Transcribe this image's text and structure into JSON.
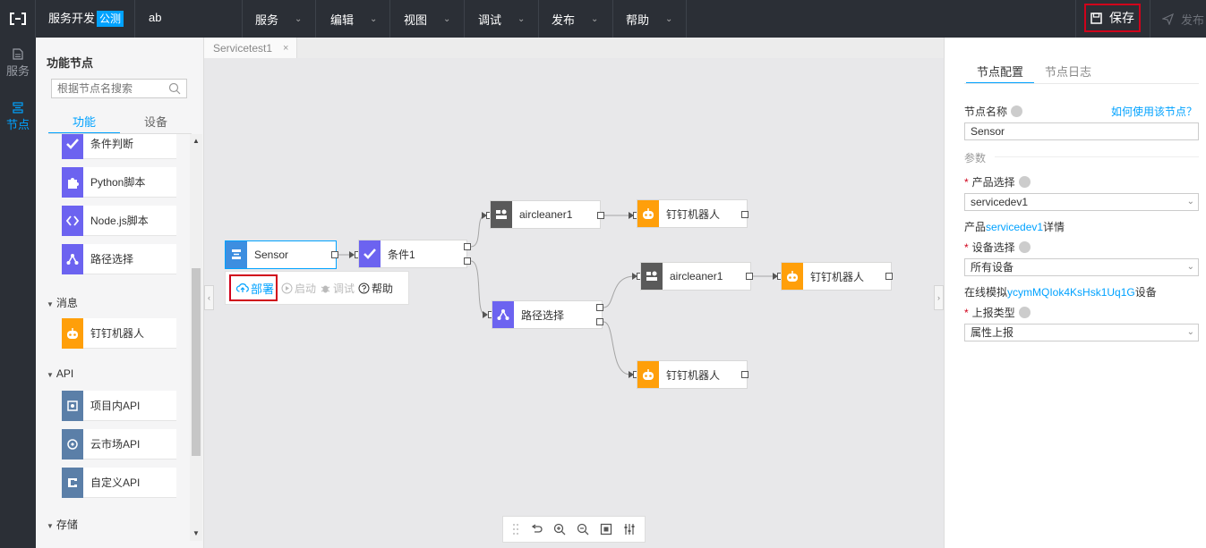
{
  "topbar": {
    "app_title": "服务开发",
    "badge": "公测",
    "project": "ab",
    "menus": [
      "服务",
      "编辑",
      "视图",
      "调试",
      "发布",
      "帮助"
    ],
    "save_label": "保存",
    "publish_label": "发布"
  },
  "rail": {
    "items": [
      {
        "label": "服务",
        "icon": "document-icon"
      },
      {
        "label": "节点",
        "icon": "node-icon"
      }
    ]
  },
  "panel": {
    "title": "功能节点",
    "search_placeholder": "根据节点名搜索",
    "tabs": [
      "功能",
      "设备"
    ],
    "function_nodes": [
      {
        "label": "条件判断",
        "icon": "check-icon"
      },
      {
        "label": "Python脚本",
        "icon": "puzzle-icon"
      },
      {
        "label": "Node.js脚本",
        "icon": "code-icon"
      },
      {
        "label": "路径选择",
        "icon": "route-icon"
      }
    ],
    "categories": [
      {
        "label": "消息",
        "items": [
          {
            "label": "钉钉机器人",
            "icon": "robot-icon"
          }
        ]
      },
      {
        "label": "API",
        "items": [
          {
            "label": "项目内API",
            "icon": "api-icon"
          },
          {
            "label": "云市场API",
            "icon": "market-icon"
          },
          {
            "label": "自定义API",
            "icon": "custom-api-icon"
          }
        ]
      },
      {
        "label": "存储",
        "items": []
      }
    ]
  },
  "canvas": {
    "tab_name": "Servicetest1",
    "tab_close": "×",
    "nodes": {
      "sensor": "Sensor",
      "condition": "条件1",
      "aircleaner_a": "aircleaner1",
      "dingtalk_a": "钉钉机器人",
      "route": "路径选择",
      "aircleaner_b": "aircleaner1",
      "dingtalk_b": "钉钉机器人",
      "dingtalk_c": "钉钉机器人"
    },
    "popup": {
      "deploy": "部署",
      "start": "启动",
      "debug": "调试",
      "help": "帮助"
    }
  },
  "config": {
    "tabs": [
      "节点配置",
      "节点日志"
    ],
    "node_name_label": "节点名称",
    "how_to_link": "如何使用该节点？",
    "node_name_value": "Sensor",
    "params_section": "参数",
    "product_label": "产品选择",
    "product_value": "servicedev1",
    "product_detail_prefix": "产品",
    "product_detail_link": "servicedev1",
    "product_detail_suffix": "详情",
    "device_label": "设备选择",
    "device_value": "所有设备",
    "device_detail_prefix": "在线模拟",
    "device_detail_link": "ycymMQIok4KsHsk1Uq1G",
    "device_detail_suffix": "设备",
    "report_label": "上报类型",
    "report_value": "属性上报"
  },
  "colors": {
    "topbar": "#2b2f36",
    "accent": "#00a2ff",
    "highlight_box": "#d0021b",
    "node_purple": "#6c63f0",
    "node_orange": "#ff9f0a",
    "node_gray": "#5a5a5a",
    "node_blue": "#3d8ee0"
  }
}
